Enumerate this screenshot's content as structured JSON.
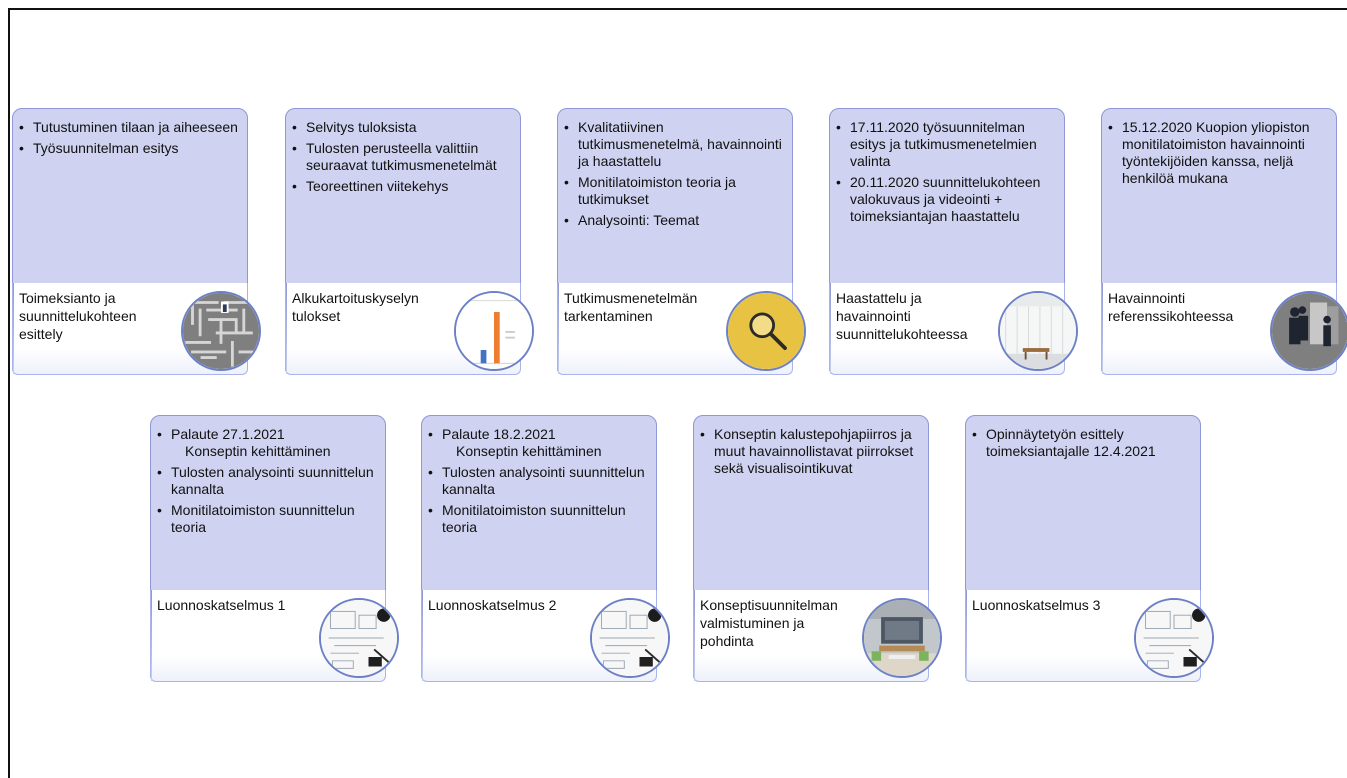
{
  "row1": [
    {
      "bullets": [
        "Tutustuminen tilaan ja aiheeseen",
        "Työsuunnitelman esitys"
      ],
      "title": "Toimeksianto ja suunnittelukohteen esittely",
      "image_icon": "maze-image"
    },
    {
      "bullets": [
        "Selvitys tuloksista",
        "Tulosten perusteella valittiin seuraavat tutkimusmenetelmät",
        "Teoreettinen viitekehys"
      ],
      "title": "Alkukartoituskyselyn tulokset",
      "image_icon": "bar-chart-image"
    },
    {
      "bullets": [
        "Kvalitatiivinen tutkimusmenetelmä, havainnointi ja haastattelu",
        "Monitilatoimiston teoria ja tutkimukset",
        "Analysointi: Teemat"
      ],
      "title": "Tutkimusmenetelmän tarkentaminen",
      "image_icon": "magnifier-image"
    },
    {
      "bullets": [
        "17.11.2020 työsuunnitelman esitys ja tutkimusmenetelmien valinta",
        "20.11.2020 suunnittelukohteen valokuvaus ja videointi + toimeksiantajan haastattelu"
      ],
      "title": "Haastattelu ja havainnointi suunnittelukohteessa",
      "image_icon": "office-window-image"
    },
    {
      "bullets": [
        "15.12.2020 Kuopion yliopiston monitilatoimiston havainnointi työntekijöiden kanssa, neljä henkilöä mukana"
      ],
      "title": "Havainnointi referenssikohteessa",
      "image_icon": "people-image"
    }
  ],
  "row2": [
    {
      "bullets": [
        {
          "text": "Palaute 27.1.2021",
          "subtext": "Konseptin kehittäminen"
        },
        {
          "text": "Tulosten analysointi suunnittelun kannalta"
        },
        {
          "text": "Monitilatoimiston suunnittelun teoria"
        }
      ],
      "title": "Luonnoskatselmus 1",
      "image_icon": "sketch-desk-image"
    },
    {
      "bullets": [
        {
          "text": "Palaute 18.2.2021",
          "subtext": "Konseptin kehittäminen"
        },
        {
          "text": "Tulosten analysointi suunnittelun kannalta"
        },
        {
          "text": "Monitilatoimiston suunnittelun teoria"
        }
      ],
      "title": "Luonnoskatselmus 2",
      "image_icon": "sketch-desk-image"
    },
    {
      "bullets": [
        {
          "text": "Konseptin kalustepohjapiirros ja muut havainnollistavat piirrokset sekä visualisointikuvat"
        }
      ],
      "title": "Konseptisuunnitelman valmistuminen ja pohdinta",
      "image_icon": "room-render-image"
    },
    {
      "bullets": [
        {
          "text": "Opinnäytetyön esittely toimeksiantajalle 12.4.2021"
        }
      ],
      "title": "Luonnoskatselmus 3",
      "image_icon": "sketch-desk-image"
    }
  ]
}
